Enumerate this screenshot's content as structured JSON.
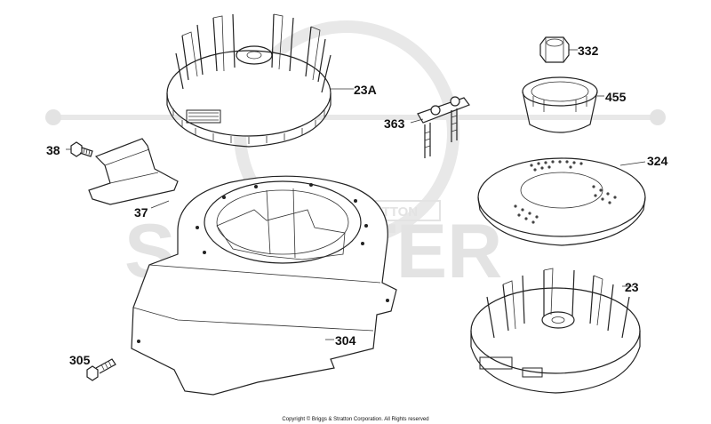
{
  "watermark": {
    "word": "SCOOTER",
    "banner": "BRIGGS&STRATTON"
  },
  "parts": [
    {
      "id": "332",
      "label": "332"
    },
    {
      "id": "455",
      "label": "455"
    },
    {
      "id": "23A",
      "label": "23A"
    },
    {
      "id": "363",
      "label": "363"
    },
    {
      "id": "38",
      "label": "38"
    },
    {
      "id": "324",
      "label": "324"
    },
    {
      "id": "37",
      "label": "37"
    },
    {
      "id": "23",
      "label": "23"
    },
    {
      "id": "304",
      "label": "304"
    },
    {
      "id": "305",
      "label": "305"
    }
  ],
  "copyright": "Copyright © Briggs & Stratton Corporation. All Rights reserved"
}
